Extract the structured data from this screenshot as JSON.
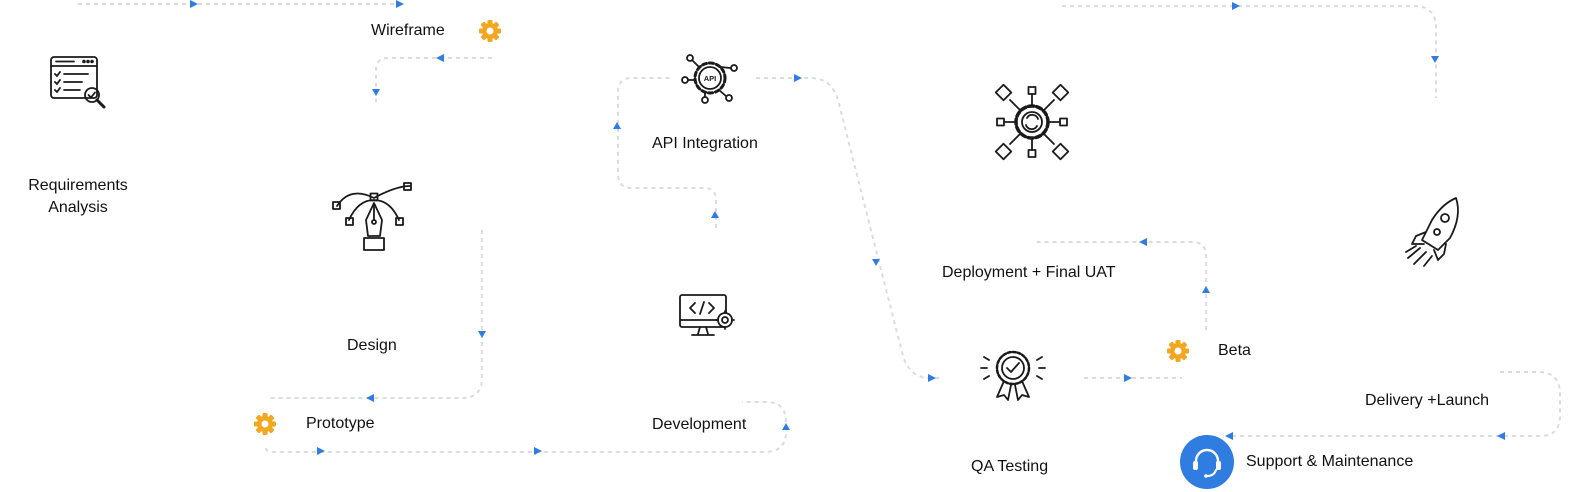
{
  "colors": {
    "accent": "#2f7de1",
    "gear": "#f3a61f",
    "path": "#d9dde3",
    "text": "#111111"
  },
  "stages": {
    "requirements": {
      "line1": "Requirements",
      "line2": "Analysis",
      "icon": "checklist-search-icon"
    },
    "wireframe": {
      "label": "Wireframe",
      "icon": "gear-icon"
    },
    "design": {
      "label": "Design",
      "icon": "pen-tool-icon"
    },
    "prototype": {
      "label": "Prototype",
      "icon": "gear-icon"
    },
    "development": {
      "label": "Development",
      "icon": "monitor-code-icon"
    },
    "api": {
      "label": "API Integration",
      "icon": "api-gear-icon"
    },
    "deployment": {
      "label": "Deployment + Final UAT",
      "icon": "network-gear-icon"
    },
    "qa": {
      "label": "QA Testing",
      "icon": "award-badge-icon"
    },
    "beta": {
      "label": "Beta",
      "icon": "gear-icon"
    },
    "delivery": {
      "label": "Delivery +Launch",
      "icon": "rocket-icon"
    },
    "support": {
      "label": "Support & Maintenance",
      "icon": "headset-icon"
    },
    "api_badge_text": "API"
  }
}
